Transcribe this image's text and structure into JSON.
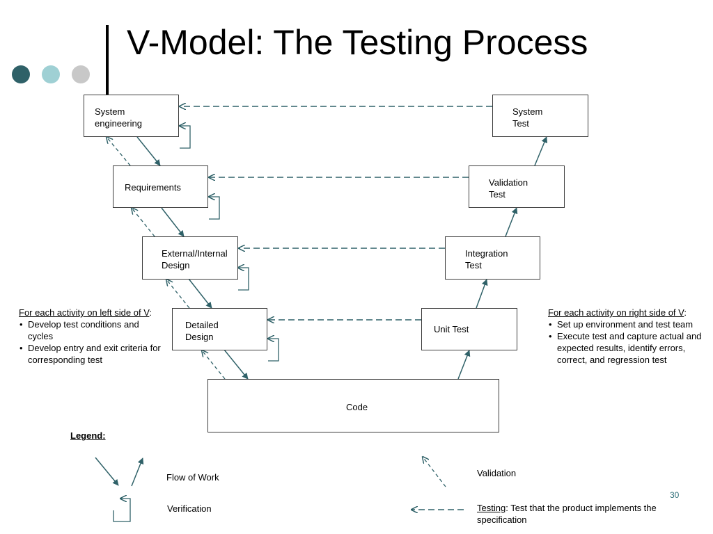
{
  "title": "V-Model: The Testing Process",
  "page_number": "30",
  "colors": {
    "dot_dark": "#2f6168",
    "dot_mid": "#9fd0d4",
    "dot_light": "#c8c8c8",
    "arrow": "#2f6168"
  },
  "boxes": {
    "system_engineering": "System\nengineering",
    "requirements": "Requirements",
    "external_internal_design": "External/Internal\nDesign",
    "detailed_design": "Detailed\nDesign",
    "code": "Code",
    "unit_test": "Unit Test",
    "integration_test": "Integration\nTest",
    "validation_test": "Validation\nTest",
    "system_test": "System\nTest"
  },
  "left_note": {
    "heading": "For each activity on left side of V",
    "colon": ":",
    "items": [
      "Develop test conditions and cycles",
      "Develop entry and exit criteria for corresponding test"
    ]
  },
  "right_note": {
    "heading": "For each activity on right side of V",
    "colon": ":",
    "items": [
      "Set up environment and test team",
      "Execute test and capture actual and expected results, identify errors, correct, and regression test"
    ]
  },
  "legend": {
    "title": "Legend:",
    "flow_of_work": "Flow of Work",
    "verification": "Verification",
    "validation": "Validation",
    "testing_label": "Testing",
    "testing_desc": ":  Test that the product implements the  specification"
  }
}
